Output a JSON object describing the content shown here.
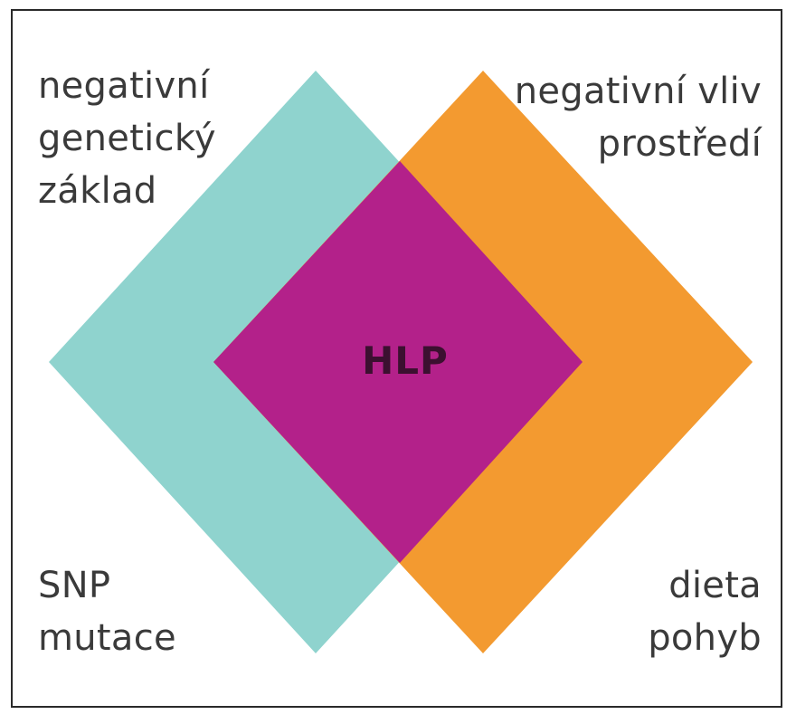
{
  "diagram": {
    "colors": {
      "genetic": "#8fd3ce",
      "environment": "#f39a30",
      "overlap": "#b3218a",
      "text": "#3a3a3a",
      "center_text": "#3c1030"
    },
    "labels": {
      "top_left": [
        "negativní",
        "genetický",
        "základ"
      ],
      "top_right": [
        "negativní vliv",
        "prostředí"
      ],
      "bottom_left": [
        "SNP",
        "mutace"
      ],
      "bottom_right": [
        "dieta",
        "pohyb"
      ]
    },
    "center": "HLP"
  }
}
